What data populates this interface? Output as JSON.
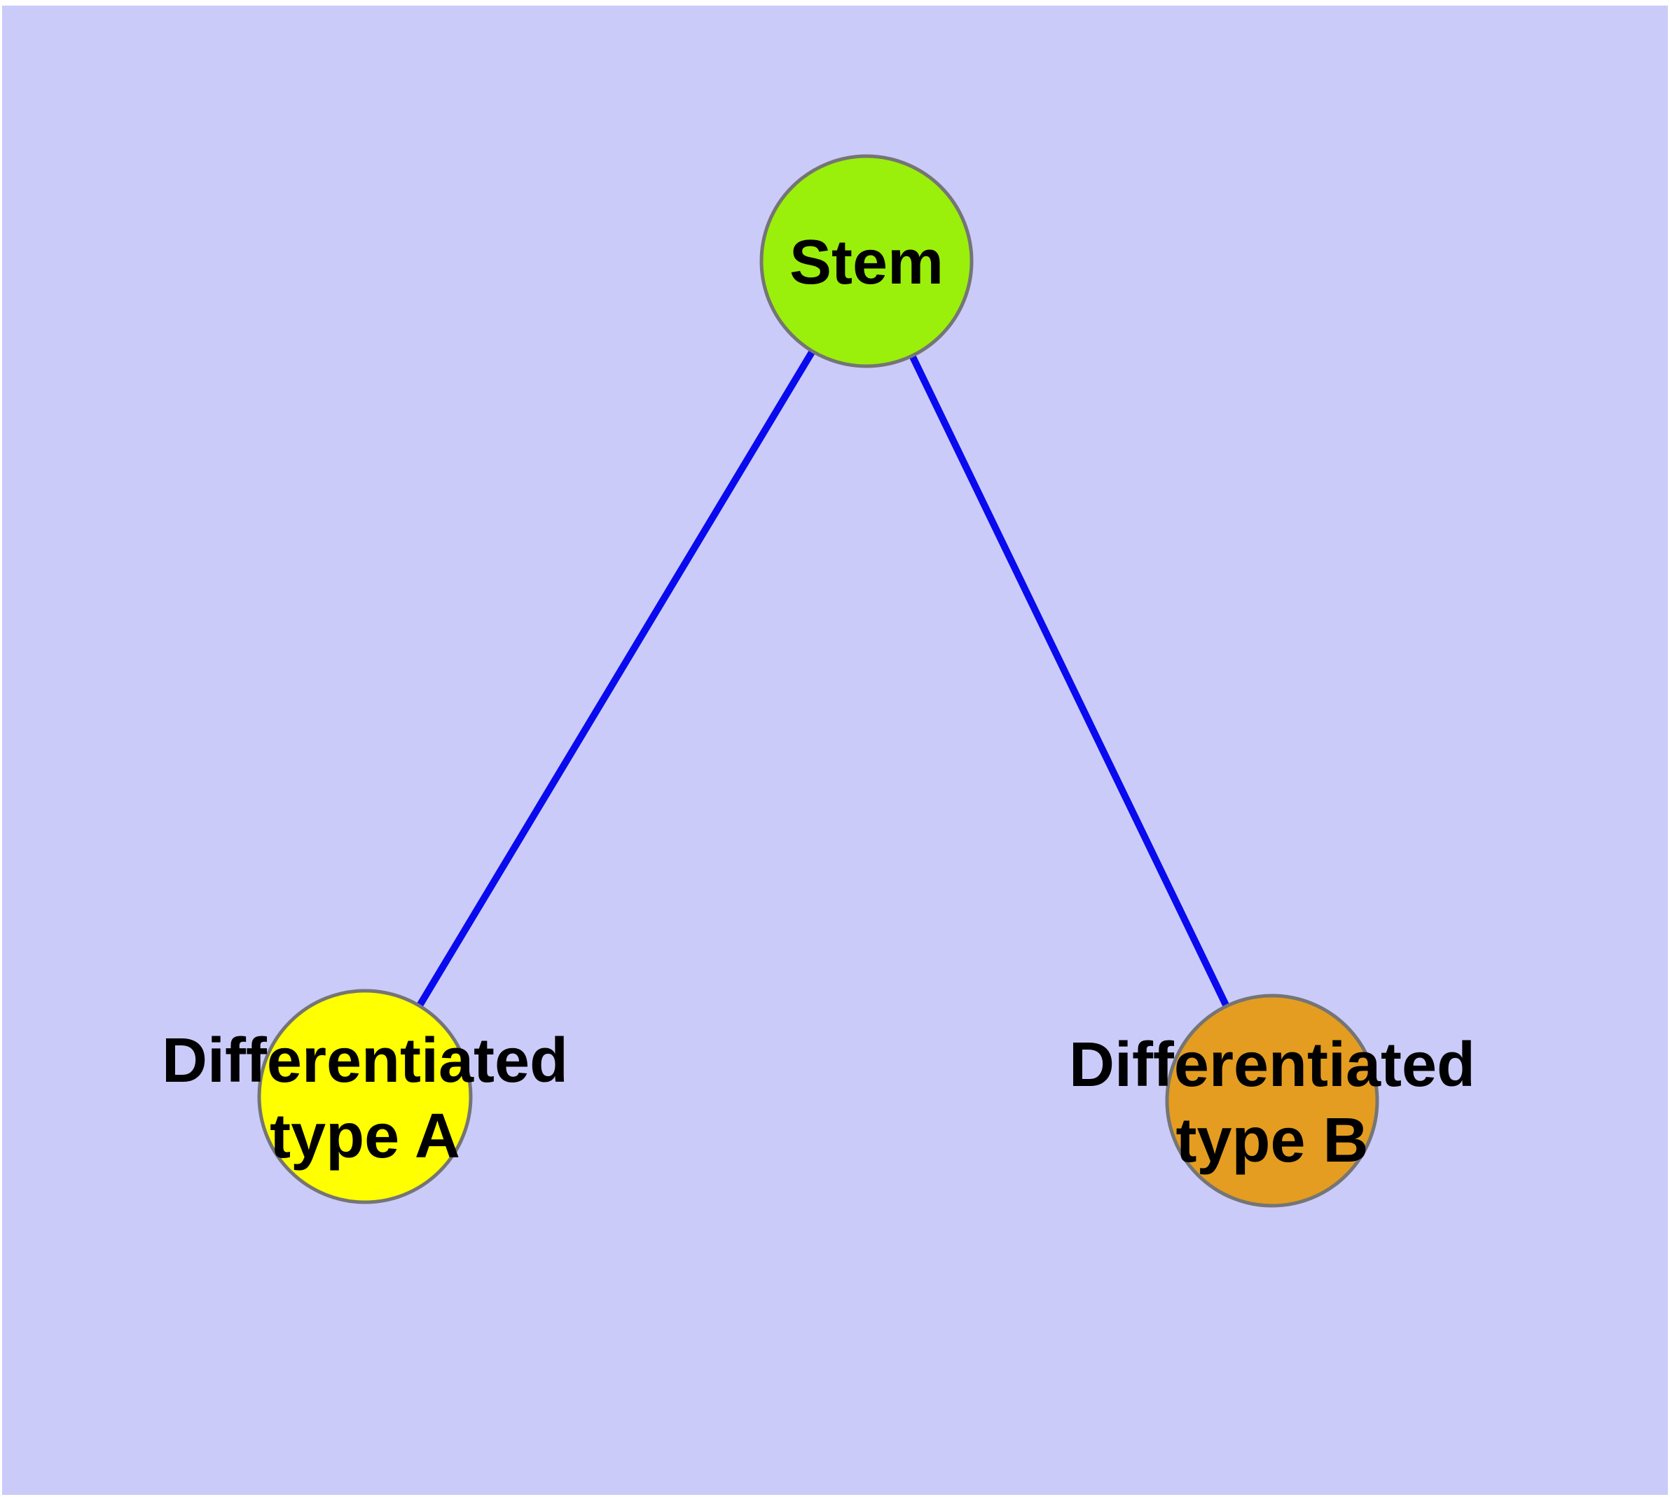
{
  "diagram": {
    "background_color": "#cbcbfa",
    "page_margin_color": "#ffffff",
    "edge_color": "#0a0aee",
    "node_border_color": "#757575",
    "label_color": "#000000",
    "nodes": [
      {
        "id": "stem",
        "label": "Stem",
        "fill_color": "#9af00a"
      },
      {
        "id": "differentiated-type-a",
        "label_line1": "Differentiated",
        "label_line2": "type A",
        "fill_color": "#ffff00"
      },
      {
        "id": "differentiated-type-b",
        "label_line1": "Differentiated",
        "label_line2": "type B",
        "fill_color": "#e49d20"
      }
    ],
    "edges": [
      {
        "from": "stem",
        "to": "differentiated-type-a"
      },
      {
        "from": "stem",
        "to": "differentiated-type-b"
      }
    ]
  }
}
